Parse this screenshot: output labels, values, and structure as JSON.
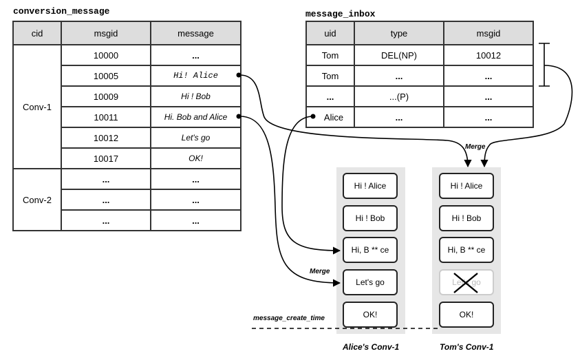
{
  "conversion_message": {
    "title": "conversion_message",
    "headers": [
      "cid",
      "msgid",
      "message"
    ],
    "groups": [
      {
        "cid": "Conv-1",
        "rows": [
          {
            "msgid": "10000",
            "message": "..."
          },
          {
            "msgid": "10005",
            "message": "Hi! Alice"
          },
          {
            "msgid": "10009",
            "message": "Hi ! Bob"
          },
          {
            "msgid": "10011",
            "message": "Hi. Bob and Alice"
          },
          {
            "msgid": "10012",
            "message": "Let's go"
          },
          {
            "msgid": "10017",
            "message": "OK!"
          }
        ]
      },
      {
        "cid": "Conv-2",
        "rows": [
          {
            "msgid": "...",
            "message": "..."
          },
          {
            "msgid": "...",
            "message": "..."
          },
          {
            "msgid": "...",
            "message": "..."
          }
        ]
      }
    ]
  },
  "message_inbox": {
    "title": "message_inbox",
    "headers": [
      "uid",
      "type",
      "msgid"
    ],
    "rows": [
      {
        "uid": "Tom",
        "type": "DEL(NP)",
        "msgid": "10012"
      },
      {
        "uid": "Tom",
        "type": "...",
        "msgid": "..."
      },
      {
        "uid": "...",
        "type": "...(P)",
        "msgid": "..."
      },
      {
        "uid": "Alice",
        "type": "...",
        "msgid": "..."
      }
    ]
  },
  "alice_conv": {
    "caption": "Alice's Conv-1",
    "messages": [
      "Hi ! Alice",
      "Hi ! Bob",
      "Hi, B ** ce",
      "Let's go",
      "OK!"
    ]
  },
  "tom_conv": {
    "caption": "Tom's Conv-1",
    "messages": [
      "Hi ! Alice",
      "Hi ! Bob",
      "Hi, B ** ce",
      "Let's go",
      "OK!"
    ]
  },
  "labels": {
    "merge_top": "Merge",
    "merge_left": "Merge",
    "timeline": "message_create_time"
  },
  "colors": {
    "header_bg": "#dddddd",
    "panel_bg": "#e6e6e6",
    "deleted_text": "#bbbbbb"
  }
}
